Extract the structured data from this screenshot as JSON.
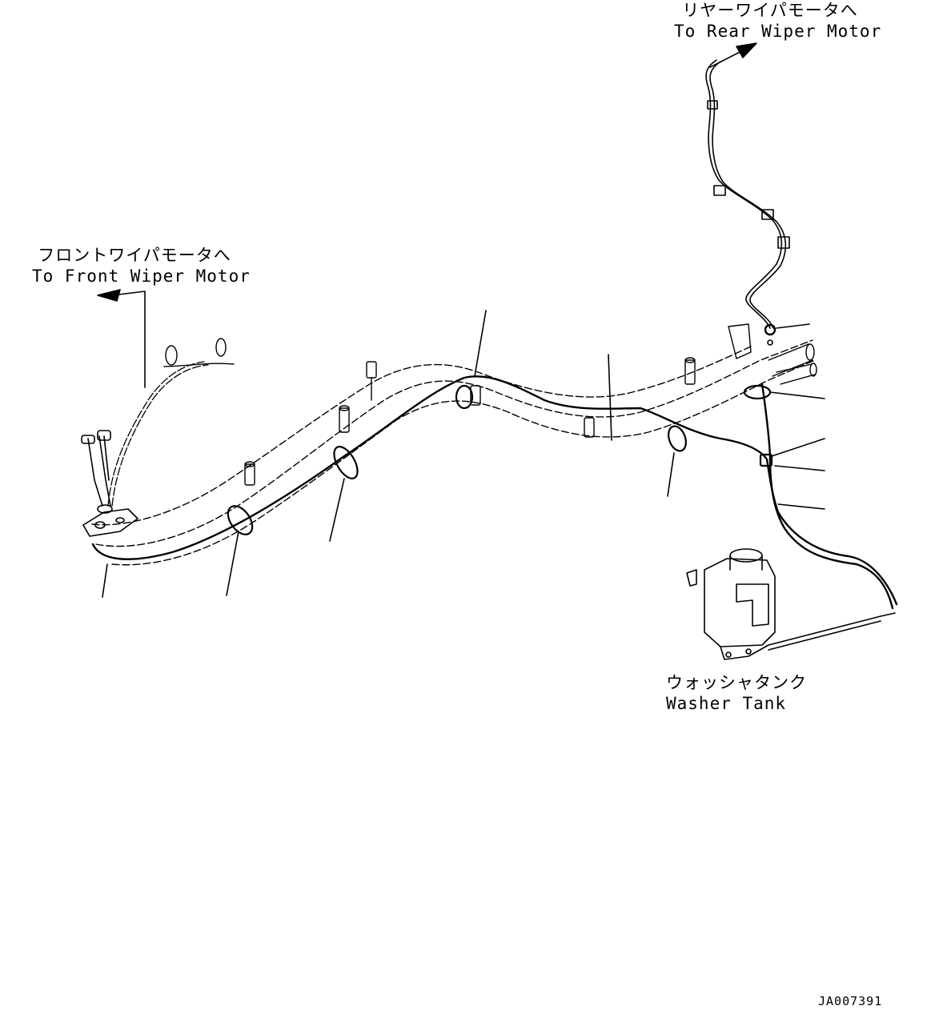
{
  "labels": {
    "rear_wiper_jp": "リヤーワイパモータへ",
    "rear_wiper_en": "To Rear Wiper Motor",
    "front_wiper_jp": "フロントワイパモータへ",
    "front_wiper_en": "To Front Wiper Motor",
    "washer_tank_jp": "ウォッシャタンク",
    "washer_tank_en": "Washer Tank"
  },
  "document_id": "JA007391",
  "colors": {
    "line": "#000000",
    "background": "#ffffff"
  }
}
